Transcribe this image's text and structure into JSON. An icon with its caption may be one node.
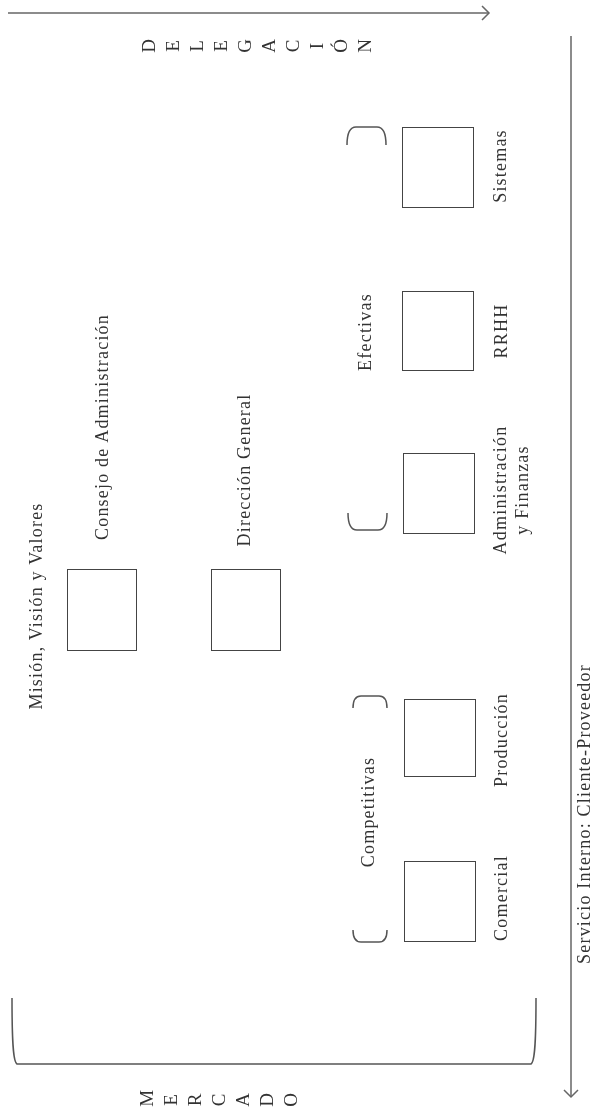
{
  "diagram": {
    "nodes": [
      {
        "text": [
          "Consejo de Administración"
        ]
      },
      {
        "text": [
          "Dirección General"
        ]
      },
      {
        "text": [
          "Comercial"
        ]
      },
      {
        "text": [
          "Producción"
        ]
      },
      {
        "text": [
          "Administración y Finanzas"
        ]
      },
      {
        "text": [
          "RRHH"
        ]
      },
      {
        "text": [
          "Sistemas"
        ]
      }
    ],
    "labels": [
      "DELEGACIÓN",
      "Misión, Visión y Valores",
      "Competitivas",
      "Efectivas",
      "MERCADO",
      "Servicio Interno: Cliente-Proveedor"
    ]
  }
}
